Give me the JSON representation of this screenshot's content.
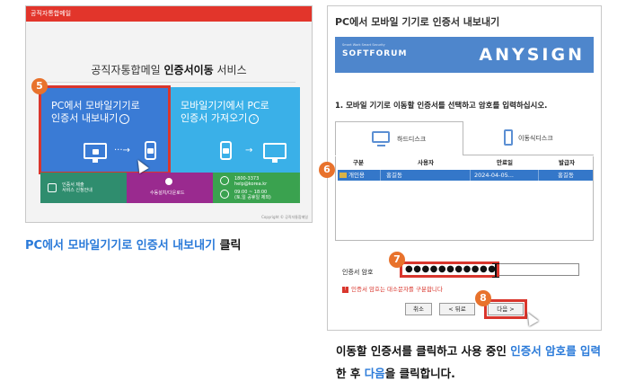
{
  "left": {
    "window_title": "공직자통합메일",
    "main_title_prefix": "공직자통합메일 ",
    "main_title_bold": "인증서이동",
    "main_title_suffix": " 서비스",
    "export_tile": {
      "line1": "PC에서 모바일기기로",
      "line2": "인증서 내보내기"
    },
    "import_tile": {
      "line1": "모바일기기에서 PC로",
      "line2": "인증서 가져오기"
    },
    "arrow_glyph": "›",
    "flow_arrow": "→",
    "dashed_arrow": "···→",
    "footer": {
      "green_line1": "인증서 제출",
      "green_line2": "서비스 신청안내",
      "purple_label": "수동설치/다운로드",
      "phone_number": "1800-3373",
      "email": "help@korea.kr",
      "hours": "09:00 ~ 18:00",
      "hours_note": "(토,일 공휴일 제외)"
    },
    "copyright": "Copyright © 공직자통합메일",
    "badge": "5",
    "caption_highlight": "PC에서 모바일기기로 인증서 내보내기",
    "caption_suffix": " 클릭"
  },
  "dialog": {
    "title": "PC에서 모바일 기기로 인증서 내보내기",
    "banner_small": "Smart Work Smart Security",
    "softforum_logo": "SOFTFORUM",
    "anysign_logo": "ANYSIGN",
    "instruction": "1. 모바일 기기로 이동할 인증서를 선택하고 암호를 입력하십시오.",
    "tabs": [
      {
        "label": "하드디스크"
      },
      {
        "label": "이동식디스크"
      }
    ],
    "table": {
      "headers": [
        "구분",
        "사용자",
        "만료일",
        "발급자"
      ],
      "rows": [
        {
          "type": "개인용",
          "user": "홍길동",
          "expiry": "2024-04-05...",
          "issuer": "홍길동"
        }
      ]
    },
    "password_label": "인증서 암호",
    "password_value": "●●●●●●●●●●●",
    "password_note": "인증서 암호는 대소문자를 구분합니다",
    "warn_glyph": "!",
    "buttons": {
      "cancel": "취소",
      "back": "< 뒤로",
      "next": "다음 >"
    },
    "badges": {
      "row": "6",
      "password": "7",
      "next": "8"
    }
  },
  "caption_right": {
    "part1": "이동할 인증서를 클릭하고 사용 중인 ",
    "hl1": "인증서 암호를 입력",
    "part2": "한 후 ",
    "hl2": "다음",
    "part3": "을 클릭합니다."
  },
  "colors": {
    "accent_red": "#d9362d",
    "badge_orange": "#e8722c",
    "highlight_blue": "#2a7ad9",
    "tile_blue": "#3a7bd5",
    "tile_cyan": "#3ab0e8"
  }
}
